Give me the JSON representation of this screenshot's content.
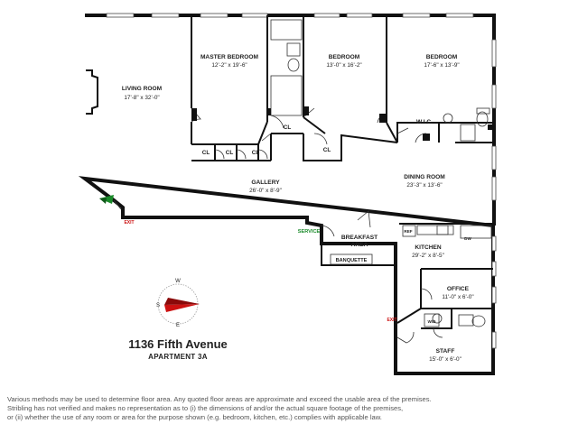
{
  "rooms": {
    "living": {
      "name": "LIVING ROOM",
      "dims": "17'-8\" x 32'-0\""
    },
    "master": {
      "name": "MASTER BEDROOM",
      "dims": "12'-2\" x 19'-6\""
    },
    "bedroom2": {
      "name": "BEDROOM",
      "dims": "13'-0\" x 16'-2\""
    },
    "bedroom3": {
      "name": "BEDROOM",
      "dims": "17'-6\" x 13'-9\""
    },
    "gallery": {
      "name": "GALLERY",
      "dims": "26'-0\" x 8'-9\""
    },
    "dining": {
      "name": "DINING ROOM",
      "dims": "23'-3\" x 13'-6\""
    },
    "breakfast": {
      "name_line1": "BREAKFAST",
      "name_line2": "AREA"
    },
    "kitchen": {
      "name": "KITCHEN",
      "dims": "29'-2\" x 8'-5\""
    },
    "office": {
      "name": "OFFICE",
      "dims": "11'-0\" x 6'-0\""
    },
    "staff": {
      "name": "STAFF",
      "dims": "15'-0\" x 6'-0\""
    },
    "wic": {
      "name": "W.I.C."
    }
  },
  "labels": {
    "closet": "CL",
    "banquette": "BANQUETTE",
    "service": "SERVICE",
    "exit": "EXIT",
    "refrigerator": "REF",
    "dishwasher": "DW",
    "washer_dryer": "W/D"
  },
  "compass": {
    "west": "W",
    "south": "S",
    "east": "E"
  },
  "title": {
    "address": "1136 Fifth Avenue",
    "apartment": "APARTMENT 3A"
  },
  "disclaimer": [
    "Various methods may be used to determine floor area.  Any quoted floor areas are approximate and exceed the usable area of the premises.",
    "Stribling has not verified and makes no representation as to (i) the dimensions of and/or the actual square footage of the premises,",
    "or (ii) whether the use of any room or area for the purpose shown (e.g. bedroom, kitchen, etc.) complies with applicable law."
  ],
  "colors": {
    "wall": "#111111",
    "compass_needle": "#cc1111",
    "entry_arrow": "#1a8a2a",
    "exit_text": "#cc1111",
    "service_text": "#1a8a2a"
  }
}
